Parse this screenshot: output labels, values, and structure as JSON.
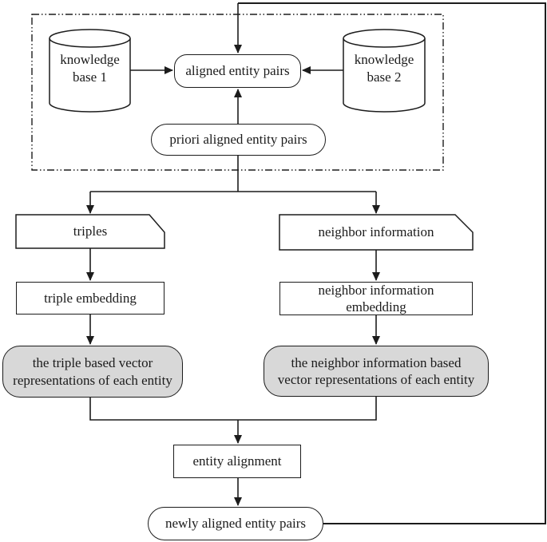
{
  "figure": {
    "type": "flowchart",
    "description": "Entity alignment pipeline diagram with feedback loop"
  },
  "colors": {
    "line": "#1c1c1c",
    "white_fill": "#ffffff",
    "gray_fill": "#d8d8d8",
    "background": "#ffffff"
  },
  "nodes": {
    "kb1": "knowledge\nbase 1",
    "kb2": "knowledge\nbase 2",
    "aligned_pairs": "aligned entity pairs",
    "priori_pairs": "priori aligned entity pairs",
    "triples": "triples",
    "neighbor_info": "neighbor information",
    "triple_embedding": "triple embedding",
    "neighbor_embedding": "neighbor information\nembedding",
    "triple_vectors": "the triple based vector\nrepresentations of each entity",
    "neighbor_vectors": "the neighbor information based\nvector representations of each entity",
    "entity_alignment": "entity alignment",
    "newly_aligned": "newly aligned entity pairs"
  }
}
